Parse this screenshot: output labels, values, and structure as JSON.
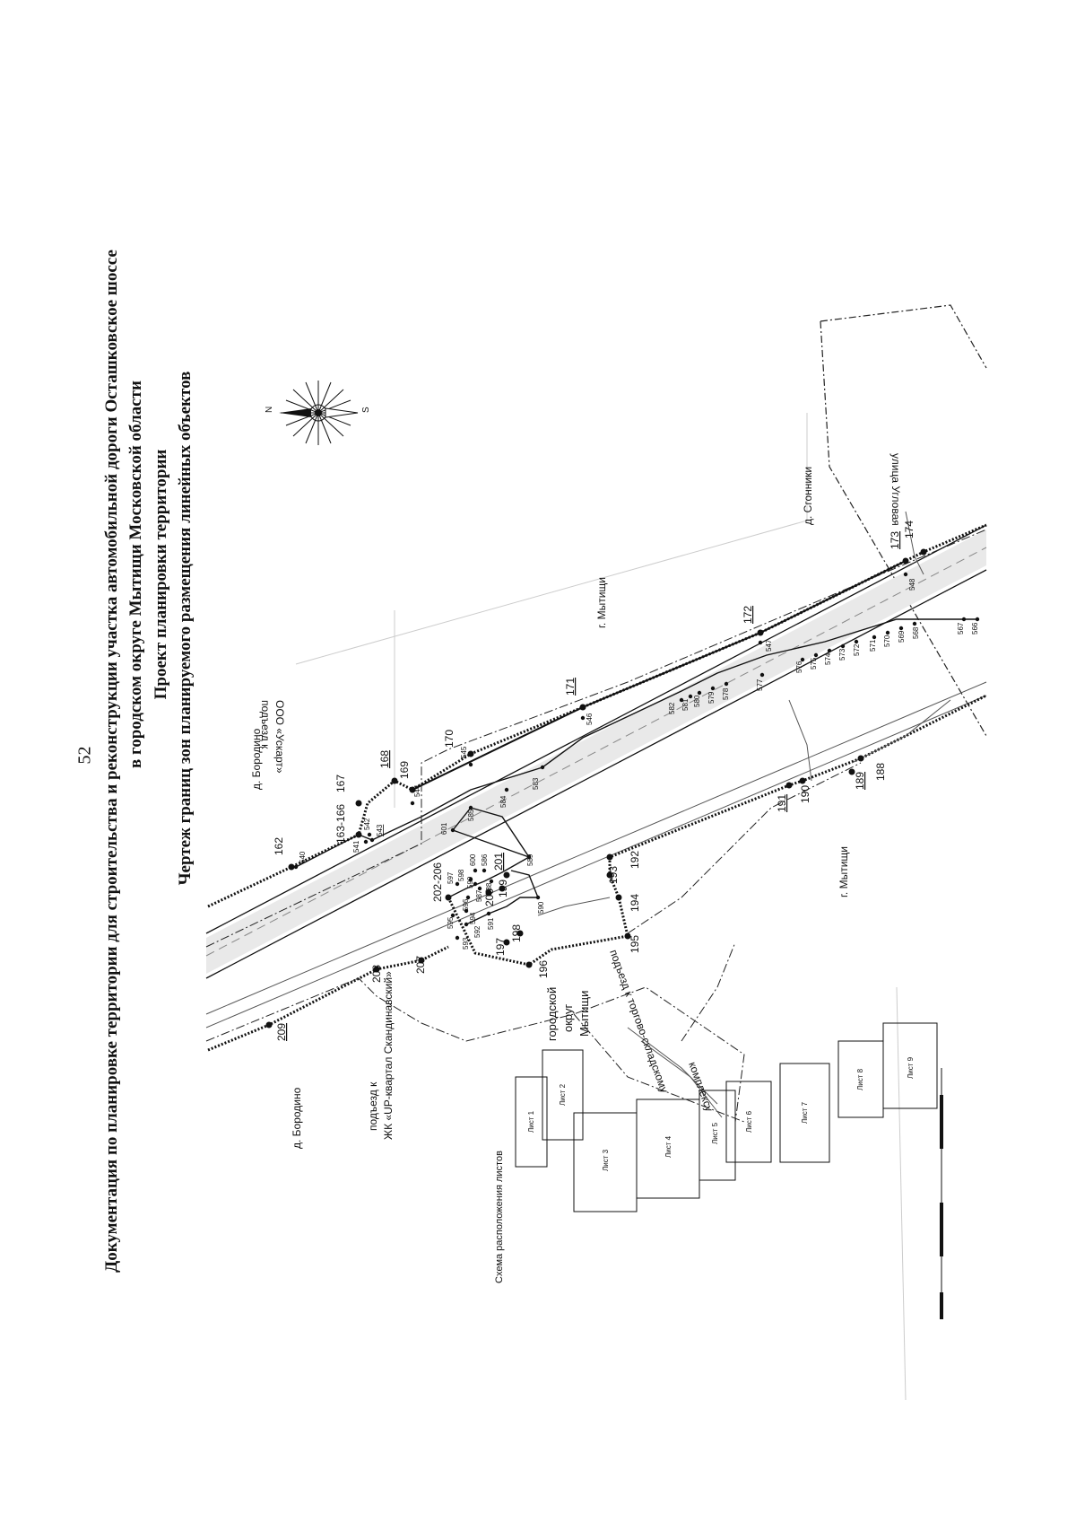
{
  "page_number": "52",
  "title": {
    "line1": "Документация по планировке территории для строительства и реконструкции участка автомобильной дороги Осташковское шоссе",
    "line2": "в городском округе Мытищи Московской области",
    "line3": "Проект планировки территории",
    "line4": "Чертеж границ зон планируемого размещения линейных объектов"
  },
  "compass": {
    "north": "N",
    "south": "S"
  },
  "places": {
    "borodino_top": "д. Бородино",
    "borodino_left": "д. Бородино",
    "mytischi_top": "г. Мытищи",
    "mytischi_bottom": "г. Мытищи",
    "sgonniki": "д. Сгонники",
    "district_l1": "городской",
    "district_l2": "округ",
    "district_l3": "Мытищи",
    "street": "улица Угловая",
    "access_uskart_l1": "подъезд к",
    "access_uskart_l2": "ООО «Ускарт»",
    "access_zhk_l1": "подъезд к",
    "access_zhk_l2": "ЖК «UP-квартал Скандинавский»",
    "access_warehouse_l1": "подъезд к торгово-складскому",
    "access_warehouse_l2": "комплексу"
  },
  "points_major": [
    "162",
    "163-166",
    "167",
    "168",
    "169",
    "170",
    "171",
    "172",
    "173",
    "174",
    "188",
    "189",
    "190",
    "191",
    "192",
    "193",
    "194",
    "195",
    "196",
    "197",
    "198",
    "199",
    "200",
    "201",
    "202-206",
    "207",
    "208",
    "209"
  ],
  "points_minor": [
    "540",
    "541",
    "542",
    "543",
    "544",
    "545",
    "546",
    "547",
    "548",
    "566",
    "567",
    "568",
    "569",
    "570",
    "571",
    "572",
    "573",
    "574",
    "575",
    "576",
    "577",
    "578",
    "579",
    "580",
    "581",
    "582",
    "583",
    "584",
    "585",
    "586",
    "587",
    "588",
    "589",
    "590",
    "591",
    "592",
    "593",
    "594",
    "595",
    "596",
    "597",
    "598",
    "599",
    "600",
    "601"
  ],
  "sheet_scheme": {
    "title": "Схема расположения листов",
    "sheets": [
      "Лист 1",
      "Лист 2",
      "Лист 3",
      "Лист 4",
      "Лист 5",
      "Лист 6",
      "Лист 7",
      "Лист 8",
      "Лист 9"
    ]
  }
}
